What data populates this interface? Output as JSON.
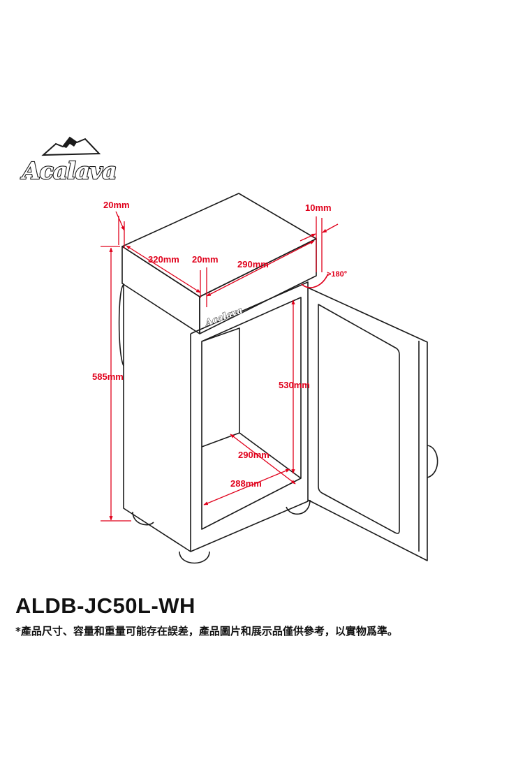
{
  "brand": {
    "name": "Acalava",
    "small_name": "Acalava"
  },
  "colors": {
    "outline": "#1a1a1a",
    "dimension": "#e0001b",
    "text": "#111111"
  },
  "dimensions": {
    "top_edge": "20mm",
    "hinge_gap": "10mm",
    "depth": "320mm",
    "front_edge": "20mm",
    "width": "290mm",
    "door_angle": ">180°",
    "height": "585mm",
    "inner_height": "530mm",
    "inner_depth": "290mm",
    "inner_width": "288mm"
  },
  "model": "ALDB-JC50L-WH",
  "disclaimer": "*產品尺寸、容量和重量可能存在誤差，產品圖片和展示品僅供參考，以實物爲準。"
}
